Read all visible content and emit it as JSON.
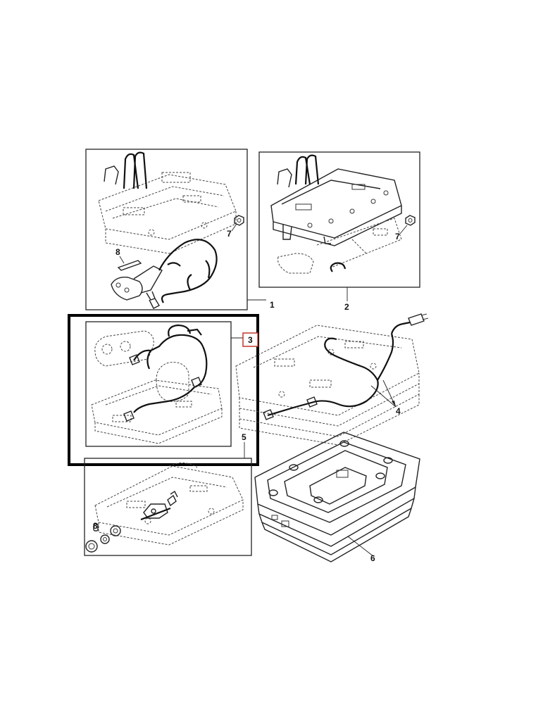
{
  "callouts": {
    "item1": "1",
    "item2": "2",
    "item3": "3",
    "item4": "4",
    "item5": "5",
    "item6": "6",
    "item7a": "7",
    "item7b": "7",
    "item8a": "8",
    "item8b": "8"
  },
  "colors": {
    "highlight_frame": "#000000",
    "callout_3_box": "#c0392b",
    "line_art": "#222222"
  }
}
